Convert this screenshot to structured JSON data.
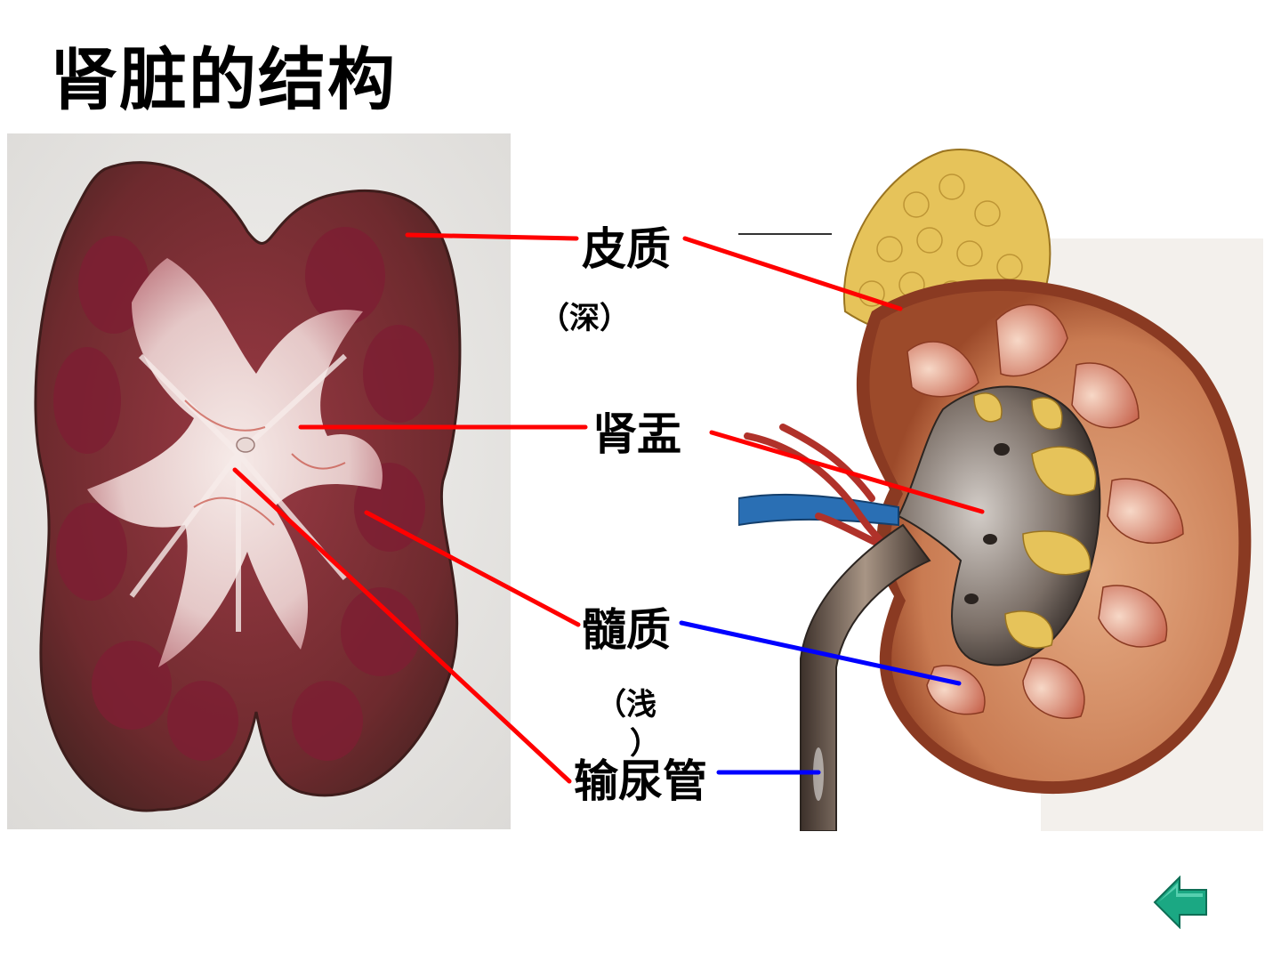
{
  "slide": {
    "title": "肾脏的结构"
  },
  "labels": {
    "cortex": "皮质",
    "cortex_note": "（深）",
    "pelvis": "肾盂",
    "medulla": "髓质",
    "medulla_note_a": "（浅",
    "medulla_note_b": "）",
    "ureter": "输尿管"
  },
  "images": {
    "left": "kidney-section-photo",
    "right": "kidney-anatomy-illustration"
  },
  "nav": {
    "back_icon": "back-arrow-icon",
    "back_color": "#1ba883"
  },
  "colors": {
    "leader_red": "#ff0000",
    "leader_blue": "#0000ff"
  }
}
